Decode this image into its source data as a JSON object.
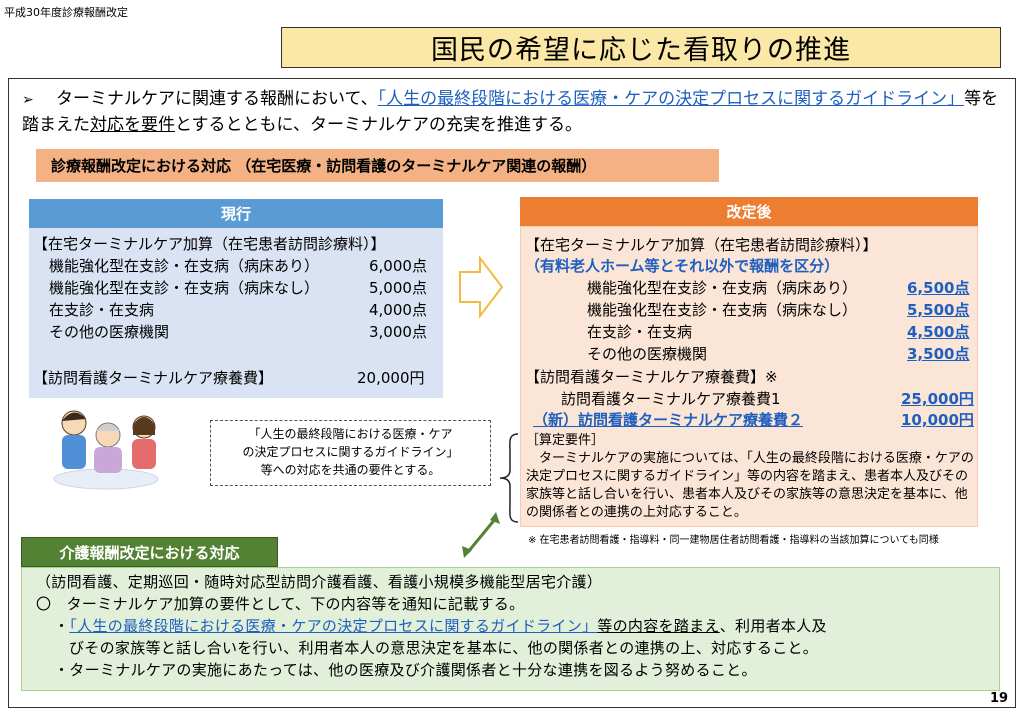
{
  "header": {
    "top_label": "平成30年度診療報酬改定",
    "title": "国民の希望に応じた看取りの推進"
  },
  "intro": {
    "bullet": "➢",
    "text_before": "ターミナルケアに関連する報酬において、",
    "guideline_link": "「人生の最終段階における医療・ケアの決定プロセスに関するガイドライン」",
    "text_middle": "等を踏まえた",
    "underlined": "対応を要件",
    "text_after": "とするとともに、ターミナルケアの充実を推進する。"
  },
  "section_label": "診療報酬改定における対応 （在宅医療・訪問看護のターミナルケア関連の報酬）",
  "current": {
    "header": "現行",
    "heading1": "【在宅ターミナルケア加算（在宅患者訪問診療料）】",
    "items": [
      {
        "label": "機能強化型在支診・在支病（病床あり）",
        "value": "6,000点"
      },
      {
        "label": "機能強化型在支診・在支病（病床なし）",
        "value": "5,000点"
      },
      {
        "label": "在支診・在支病",
        "value": "4,000点"
      },
      {
        "label": "その他の医療機関",
        "value": "3,000点"
      }
    ],
    "heading2": "【訪問看護ターミナルケア療養費】",
    "heading2_value": "20,000円"
  },
  "revised": {
    "header": "改定後",
    "heading1": "【在宅ターミナルケア加算（在宅患者訪問診療料）】",
    "subheading": "（有料老人ホーム等とそれ以外で報酬を区分）",
    "items": [
      {
        "label": "機能強化型在支診・在支病（病床あり）",
        "value": "6,500点"
      },
      {
        "label": "機能強化型在支診・在支病（病床なし）",
        "value": "5,500点"
      },
      {
        "label": "在支診・在支病",
        "value": "4,500点"
      },
      {
        "label": "その他の医療機関",
        "value": "3,500点"
      }
    ],
    "heading2": "【訪問看護ターミナルケア療養費】※",
    "fee1_label": "訪問看護ターミナルケア療養費1",
    "fee1_value": "25,000円",
    "fee2_label": "（新）訪問看護ターミナルケア療養費２",
    "fee2_value": "10,000円",
    "calc_title": "［算定要件］",
    "calc_text": "ターミナルケアの実施については、「人生の最終段階における医療・ケアの決定プロセスに関するガイドライン」等の内容を踏まえ、患者本人及びその家族等と話し合いを行い、患者本人及びその家族等の意思決定を基本に、他の関係者との連携の上対応すること。",
    "note": "※ 在宅患者訪問看護・指導料・同一建物居住者訪問看護・指導料の当該加算についても同様"
  },
  "callout": {
    "line1": "「人生の最終段階における医療・ケア",
    "line2": "の決定プロセスに関するガイドライン」",
    "line3": "等への対応を共通の要件とする。"
  },
  "kaigo": {
    "label": "介護報酬改定における対応",
    "line1": "（訪問看護、定期巡回・随時対応型訪問介護看護、看護小規模多機能型居宅介護）",
    "line2": "〇　ターミナルケア加算の要件として、下の内容等を通知に記載する。",
    "line3_prefix": "・",
    "line3_link": "「人生の最終段階における医療・ケアの決定プロセスに関するガイドライン」",
    "line3_underlined": "等の内容を踏まえ",
    "line3_rest": "、利用者本人及",
    "line4": "びその家族等と話し合いを行い、利用者本人の意思決定を基本に、他の関係者との連携の上、対応すること。",
    "line5": "・ターミナルケアの実施にあたっては、他の医療及び介護関係者と十分な連携を図るよう努めること。"
  },
  "page_number": "19",
  "colors": {
    "title_bg": "#fce8a6",
    "section_bg": "#f4b183",
    "current_head": "#5b9bd5",
    "current_bg": "#dae3f3",
    "revised_head": "#ed7d31",
    "revised_bg": "#fbe5d6",
    "kaigo_head": "#548235",
    "kaigo_bg": "#e2efd9",
    "link": "#1f5fbf"
  }
}
